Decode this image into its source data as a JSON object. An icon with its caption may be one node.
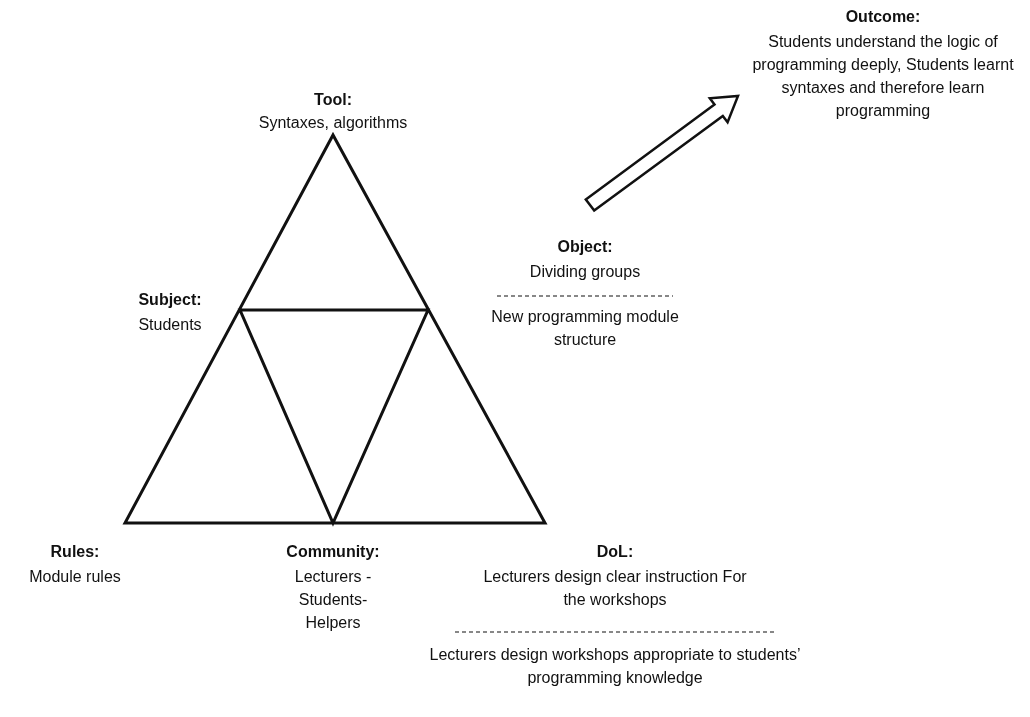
{
  "diagram": {
    "nodes": [
      {
        "text": [],
        "shape": "triangle"
      },
      {
        "text": [
          "Outcome:",
          "Students understand the logic of programming deeply, Students learnt syntaxes and therefore learn programming"
        ]
      }
    ],
    "edges": [
      {
        "from": null,
        "to": 1,
        "arrow": "to"
      }
    ],
    "labels": [
      "Tool:",
      "Syntaxes, algorithms",
      "Subject:",
      "Students",
      "Object:",
      "Dividing groups",
      "New programming module structure",
      "Rules:",
      "Module rules",
      "Community:",
      "Lecturers - Students- Helpers",
      "DoL:",
      "Lecturers design clear instruction For the workshops",
      "Lecturers design workshops appropriate to students’ programming knowledge"
    ]
  }
}
